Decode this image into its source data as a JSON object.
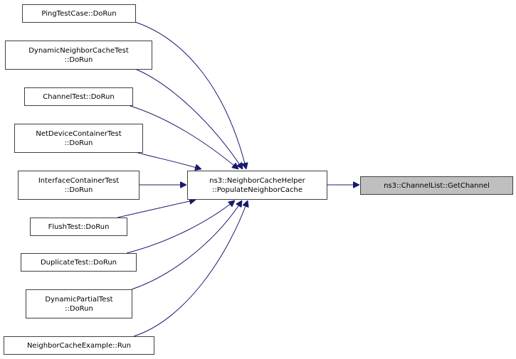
{
  "diagram": {
    "type": "caller-graph",
    "colors": {
      "edge": "#191970",
      "node_border": "#404040",
      "node_fill": "#ffffff",
      "focus_fill": "#bfbfbf"
    },
    "focus_node": {
      "id": "getchannel",
      "lines": [
        "ns3::ChannelList::GetChannel"
      ]
    },
    "middle_node": {
      "id": "populate",
      "lines": [
        "ns3::NeighborCacheHelper",
        "::PopulateNeighborCache"
      ]
    },
    "callers": [
      {
        "id": "pingtestcase",
        "lines": [
          "PingTestCase::DoRun"
        ]
      },
      {
        "id": "dynamicneighborcachetest",
        "lines": [
          "DynamicNeighborCacheTest",
          "::DoRun"
        ]
      },
      {
        "id": "channeltest",
        "lines": [
          "ChannelTest::DoRun"
        ]
      },
      {
        "id": "netdevicecontainertest",
        "lines": [
          "NetDeviceContainerTest",
          "::DoRun"
        ]
      },
      {
        "id": "interfacecontainertest",
        "lines": [
          "InterfaceContainerTest",
          "::DoRun"
        ]
      },
      {
        "id": "flushtest",
        "lines": [
          "FlushTest::DoRun"
        ]
      },
      {
        "id": "duplicatetest",
        "lines": [
          "DuplicateTest::DoRun"
        ]
      },
      {
        "id": "dynamicpartialtest",
        "lines": [
          "DynamicPartialTest",
          "::DoRun"
        ]
      },
      {
        "id": "neighborcacheexample",
        "lines": [
          "NeighborCacheExample::Run"
        ]
      }
    ],
    "edges": [
      {
        "from": "pingtestcase",
        "to": "populate"
      },
      {
        "from": "dynamicneighborcachetest",
        "to": "populate"
      },
      {
        "from": "channeltest",
        "to": "populate"
      },
      {
        "from": "netdevicecontainertest",
        "to": "populate"
      },
      {
        "from": "interfacecontainertest",
        "to": "populate"
      },
      {
        "from": "flushtest",
        "to": "populate"
      },
      {
        "from": "duplicatetest",
        "to": "populate"
      },
      {
        "from": "dynamicpartialtest",
        "to": "populate"
      },
      {
        "from": "neighborcacheexample",
        "to": "populate"
      },
      {
        "from": "populate",
        "to": "getchannel"
      }
    ]
  }
}
